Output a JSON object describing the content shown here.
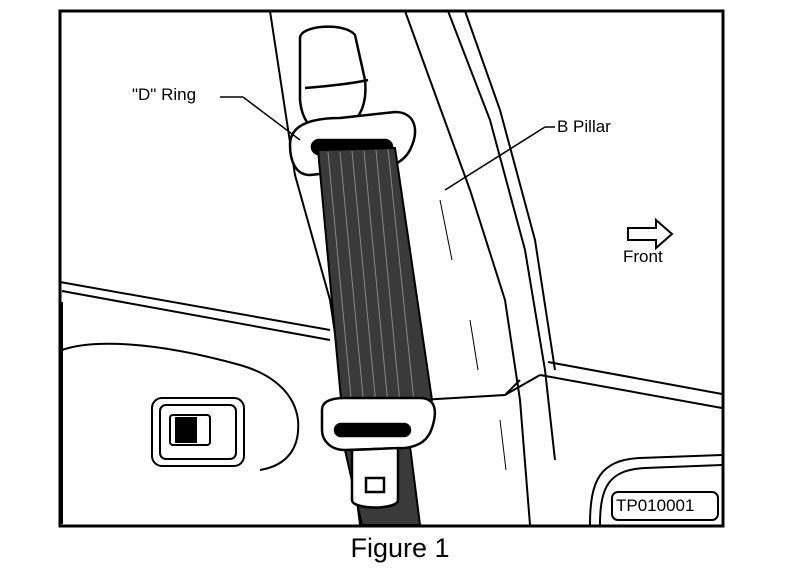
{
  "labels": {
    "d_ring": "\"D\" Ring",
    "b_pillar": "B Pillar",
    "front": "Front",
    "code": "TP010001"
  },
  "caption": "Figure 1",
  "colors": {
    "ink": "#000000",
    "paper": "#ffffff",
    "webbing": "#3a3a3a"
  }
}
